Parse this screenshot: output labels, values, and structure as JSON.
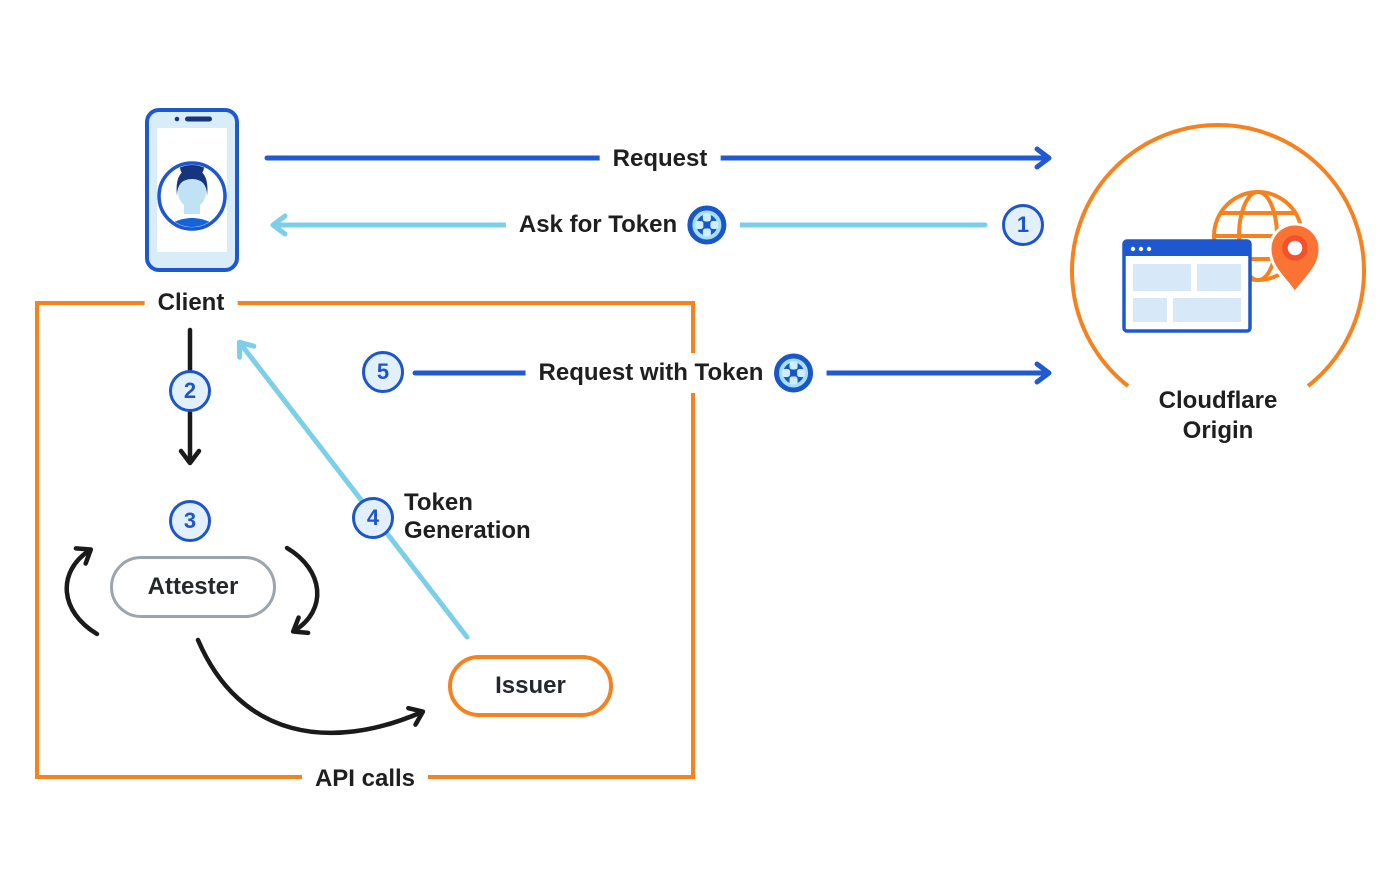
{
  "labels": {
    "client": "Client",
    "cloudflare_origin": "Cloudflare Origin",
    "attester": "Attester",
    "issuer": "Issuer",
    "api_calls": "API calls",
    "request": "Request",
    "ask_for_token": "Ask for Token",
    "request_with_token": "Request with Token",
    "token_generation": "Token Generation"
  },
  "steps": {
    "s1": "1",
    "s2": "2",
    "s3": "3",
    "s4": "4",
    "s5": "5"
  },
  "arrows": [
    {
      "label": "Request",
      "step": null,
      "style": "dark-blue",
      "from": "client",
      "to": "cloudflare_origin",
      "token_icon": false
    },
    {
      "label": "Ask for Token",
      "step": "1",
      "style": "light-blue",
      "from": "cloudflare_origin",
      "to": "client",
      "token_icon": true
    },
    {
      "label": null,
      "step": "2",
      "style": "black",
      "from": "client",
      "to": "attester",
      "token_icon": false
    },
    {
      "label": null,
      "step": "3",
      "style": "black",
      "from": "attester",
      "to": "attester",
      "token_icon": false
    },
    {
      "label": "Token Generation",
      "step": "4",
      "style": "light-blue",
      "from": "issuer",
      "to": "client",
      "token_icon": false
    },
    {
      "label": "Request with Token",
      "step": "5",
      "style": "dark-blue",
      "from": "client",
      "to": "cloudflare_origin",
      "token_icon": true
    },
    {
      "label": null,
      "step": null,
      "style": "black",
      "from": "attester",
      "to": "issuer",
      "token_icon": false
    }
  ],
  "icons": {
    "token": "token-icon",
    "client_device": "smartphone-user-avatar-icon",
    "globe": "globe-icon",
    "browser": "browser-window-icon",
    "pin": "location-pin-icon"
  },
  "colors": {
    "orange": "#f6821f",
    "dark_blue": "#2159d2",
    "light_blue": "#7ccfe9",
    "badge_blue": "#1d55cb",
    "badge_fill": "#e1f0fb",
    "grey_border": "#9ba5ae",
    "text": "#1f1f1f"
  }
}
